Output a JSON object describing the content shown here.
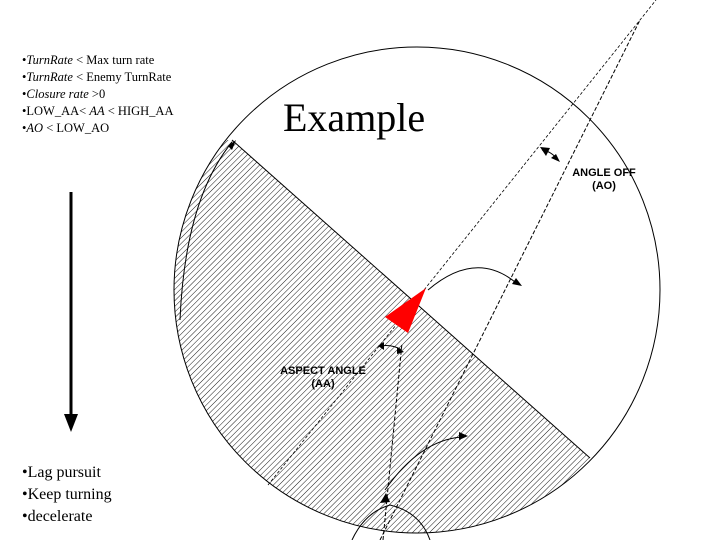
{
  "conditions": [
    {
      "bullet": "•",
      "term": "TurnRate",
      "rest": " < Max turn rate"
    },
    {
      "bullet": "•",
      "term": "TurnRate",
      "rest": " < Enemy TurnRate"
    },
    {
      "bullet": "•",
      "term": "Closure rate",
      "rest": " >0"
    },
    {
      "bullet": "•",
      "term": "LOW_AA< ",
      "term_italic": "AA",
      "rest": " < HIGH_AA"
    },
    {
      "bullet": "•",
      "term": "AO",
      "rest": " < LOW_AO"
    }
  ],
  "title": "Example",
  "angle_off_label": {
    "line1": "ANGLE OFF",
    "line2": "(AO)"
  },
  "aspect_angle_label": {
    "line1": "ASPECT ANGLE",
    "line2": "(AA)"
  },
  "actions": [
    "•Lag pursuit",
    "•Keep turning",
    "•decelerate"
  ],
  "colors": {
    "aircraft": "#ff0000",
    "hatch": "#000000"
  }
}
